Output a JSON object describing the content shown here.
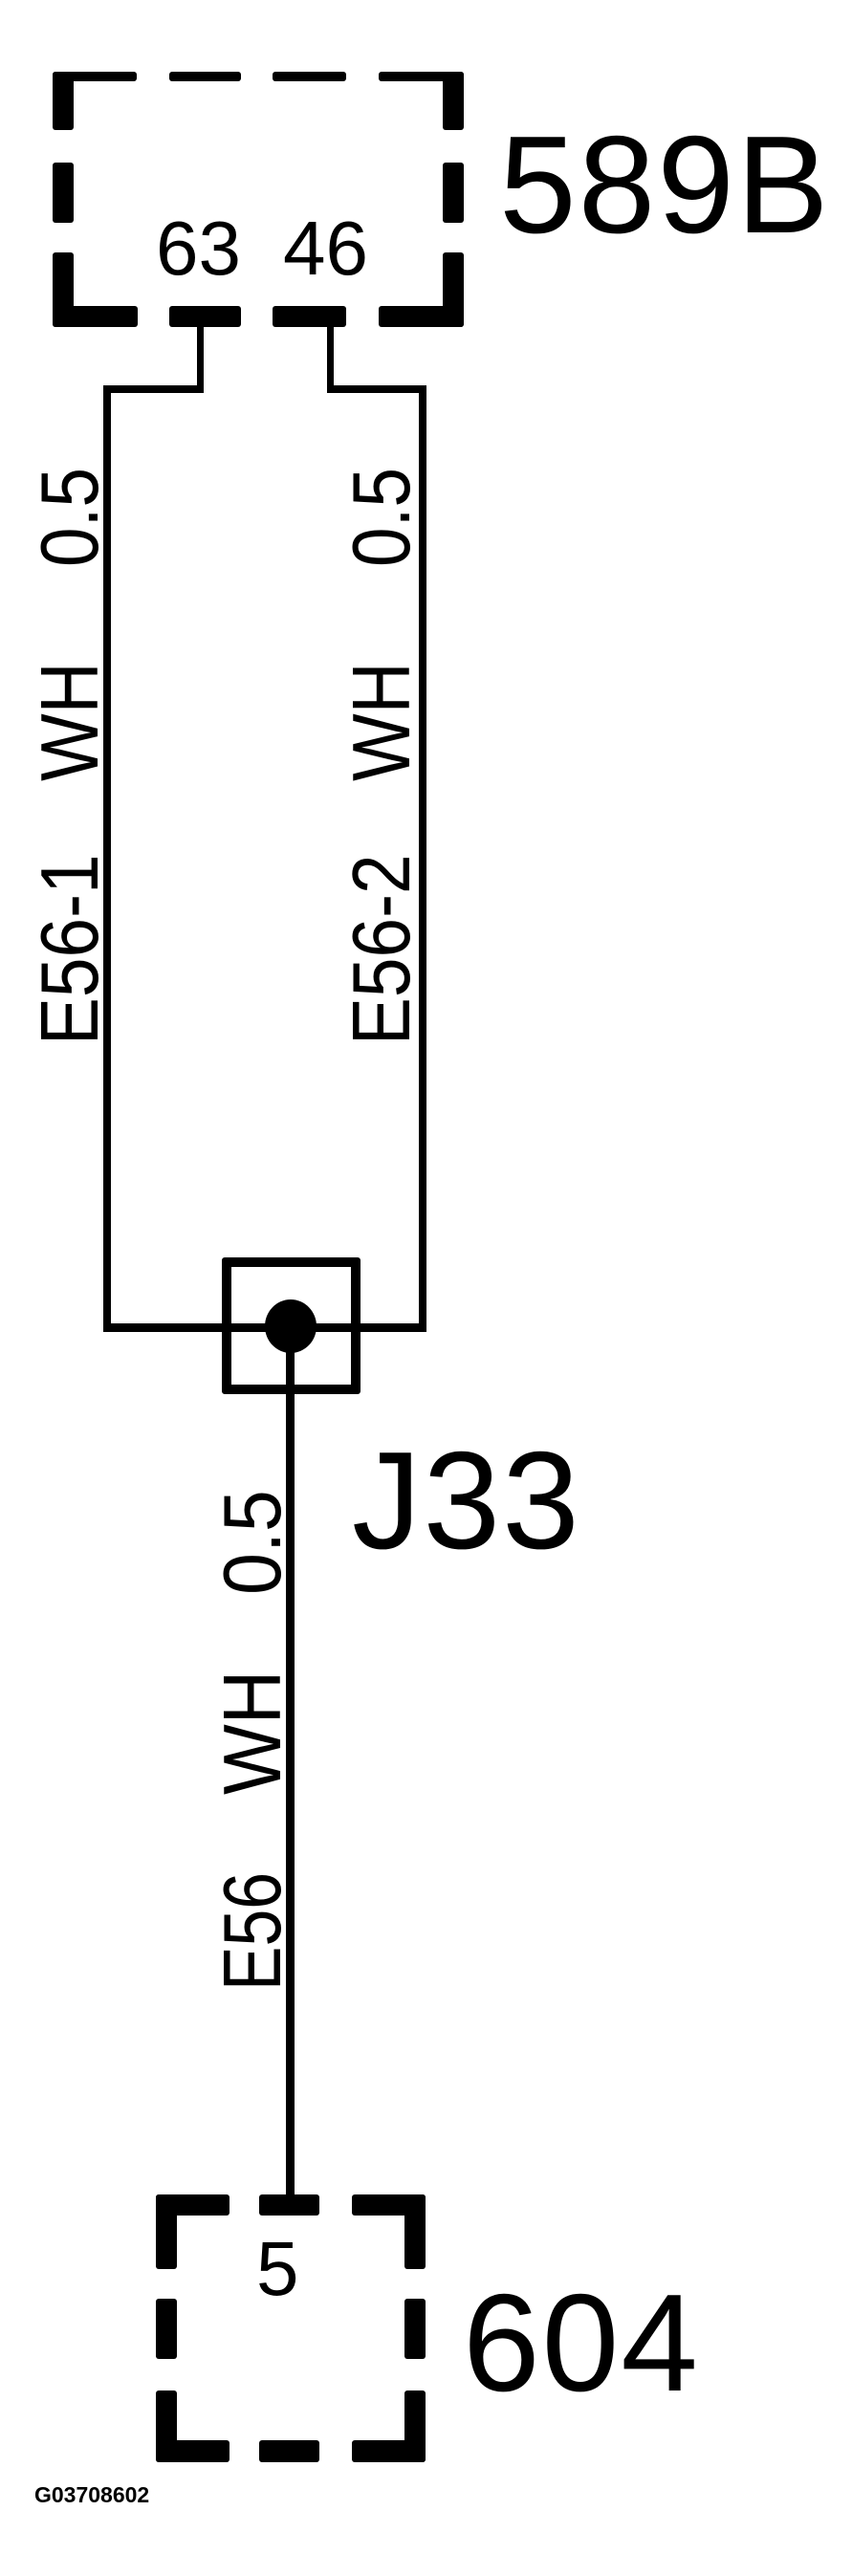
{
  "diagram": {
    "figure_id": "G03708602",
    "colors": {
      "line": "#000000",
      "background": "#ffffff"
    },
    "connectors": [
      {
        "id": "589B",
        "label": "589B",
        "pins": [
          {
            "label": "63"
          },
          {
            "label": "46"
          }
        ]
      },
      {
        "id": "604",
        "label": "604",
        "pins": [
          {
            "label": "5"
          }
        ]
      }
    ],
    "splice": {
      "id": "J33",
      "label": "J33"
    },
    "wires": [
      {
        "circuit": "E56-1",
        "color": "WH",
        "size": "0.5",
        "from": "589B-63",
        "to": "J33"
      },
      {
        "circuit": "E56-2",
        "color": "WH",
        "size": "0.5",
        "from": "589B-46",
        "to": "J33"
      },
      {
        "circuit": "E56",
        "color": "WH",
        "size": "0.5",
        "from": "J33",
        "to": "604-5"
      }
    ]
  }
}
